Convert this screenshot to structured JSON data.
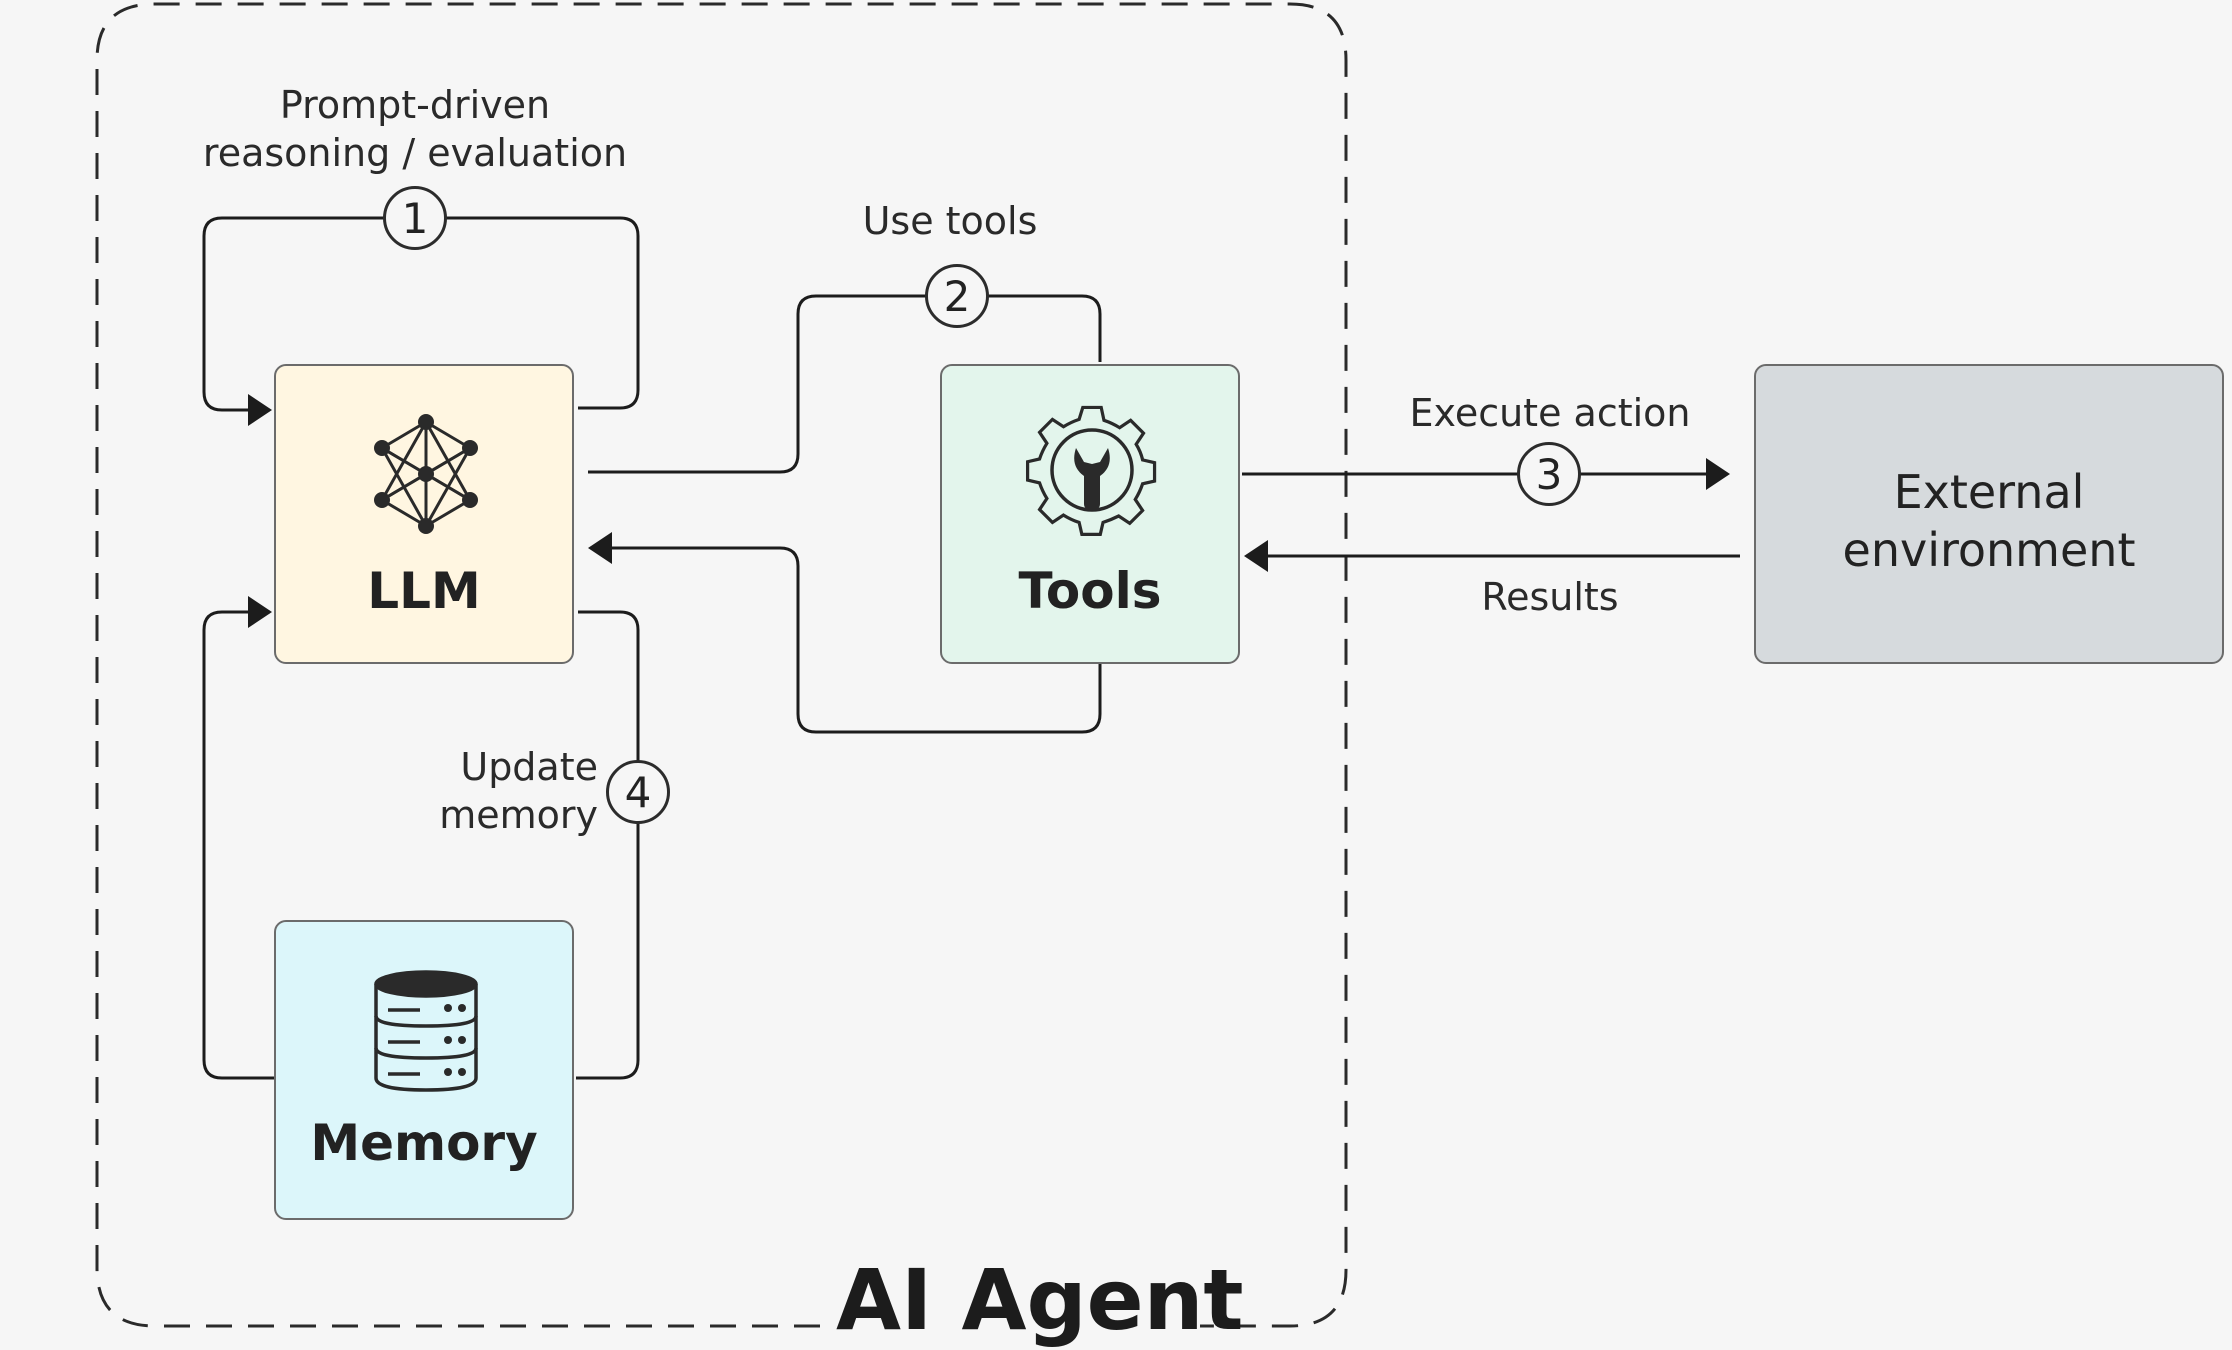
{
  "agent": {
    "title": "AI Agent"
  },
  "nodes": {
    "llm": {
      "label": "LLM",
      "fill": "#fff6e1"
    },
    "tools": {
      "label": "Tools",
      "fill": "#e3f5ec"
    },
    "memory": {
      "label": "Memory",
      "fill": "#dcf6fa"
    },
    "external": {
      "label": "External environment",
      "fill": "#d6dadd"
    }
  },
  "steps": [
    {
      "number": "1",
      "label": "Prompt-driven reasoning / evaluation"
    },
    {
      "number": "2",
      "label": "Use tools"
    },
    {
      "number": "3",
      "label": "Execute action"
    },
    {
      "number": "4",
      "label": "Update memory"
    }
  ],
  "edges": {
    "results_label": "Results"
  },
  "icons": {
    "llm": "neural-network-icon",
    "tools": "gear-wrench-icon",
    "memory": "database-icon"
  },
  "colors": {
    "line": "#1c1c1c",
    "border": "#6b6b6b",
    "background": "#f6f6f6"
  }
}
